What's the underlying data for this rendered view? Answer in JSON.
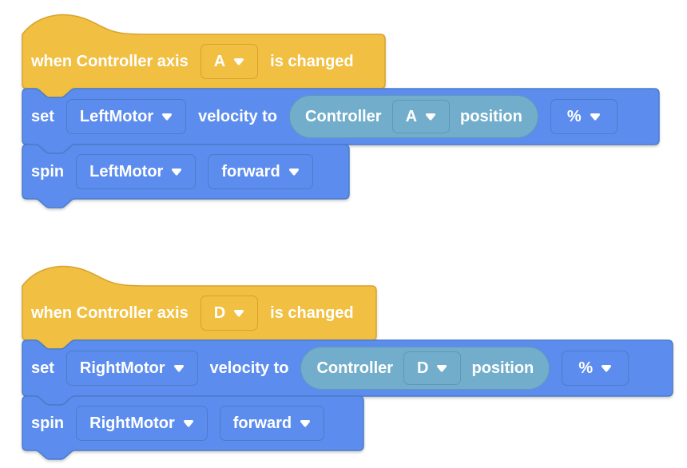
{
  "app": {
    "view": "blocks-workspace"
  },
  "colors": {
    "hat_yellow": "#F1BF41",
    "hat_border": "#D9A32B",
    "block_blue": "#5C8DEE",
    "block_blue_border": "#4B7CC9",
    "reporter_teal": "#72AECB",
    "reporter_teal_border": "#5E9AB8",
    "text": "#FFFFFF"
  },
  "stacks": [
    {
      "hat": {
        "text_before": "when Controller axis",
        "axis": "A",
        "text_after": "is changed"
      },
      "set": {
        "keyword": "set",
        "motor": "LeftMotor",
        "connector": "velocity to",
        "reporter": {
          "device": "Controller",
          "axis": "A",
          "property": "position"
        },
        "unit": "%"
      },
      "spin": {
        "keyword": "spin",
        "motor": "LeftMotor",
        "direction": "forward"
      }
    },
    {
      "hat": {
        "text_before": "when Controller axis",
        "axis": "D",
        "text_after": "is changed"
      },
      "set": {
        "keyword": "set",
        "motor": "RightMotor",
        "connector": "velocity to",
        "reporter": {
          "device": "Controller",
          "axis": "D",
          "property": "position"
        },
        "unit": "%"
      },
      "spin": {
        "keyword": "spin",
        "motor": "RightMotor",
        "direction": "forward"
      }
    }
  ]
}
